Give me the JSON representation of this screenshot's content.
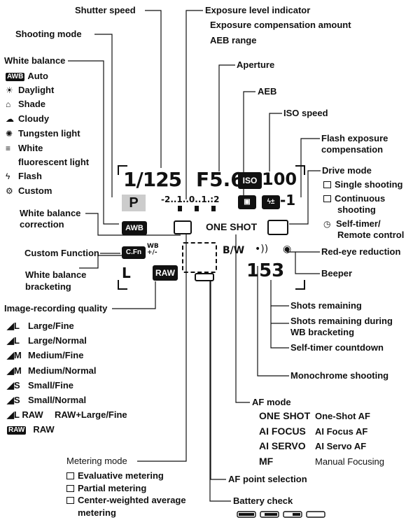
{
  "labels": {
    "shutter_speed": "Shutter speed",
    "exposure_level_indicator": "Exposure level indicator",
    "exposure_comp_amount": "Exposure compensation amount",
    "aeb_range": "AEB range",
    "shooting_mode": "Shooting mode",
    "white_balance": "White balance",
    "aperture": "Aperture",
    "aeb": "AEB",
    "iso_speed": "ISO speed",
    "flash_exposure_comp": "Flash exposure",
    "flash_exposure_comp_2": "compensation",
    "drive_mode": "Drive mode",
    "wb_correction": "White balance",
    "wb_correction_2": "correction",
    "custom_function": "Custom Function",
    "wb_bracketing": "White balance",
    "wb_bracketing_2": "bracketing",
    "red_eye": "Red-eye reduction",
    "beeper": "Beeper",
    "image_quality": "Image-recording quality",
    "shots_remaining": "Shots remaining",
    "shots_remaining_wb": "Shots remaining during",
    "shots_remaining_wb_2": "WB bracketing",
    "self_timer_countdown": "Self-timer countdown",
    "monochrome": "Monochrome shooting",
    "af_mode": "AF mode",
    "metering_mode": "Metering mode",
    "af_point": "AF point selection",
    "battery_check": "Battery check"
  },
  "white_balance_items": [
    {
      "icon": "AWB",
      "label": "Auto"
    },
    {
      "icon": "☀",
      "label": "Daylight"
    },
    {
      "icon": "⌂",
      "label": "Shade"
    },
    {
      "icon": "☁",
      "label": "Cloudy"
    },
    {
      "icon": "✺",
      "label": "Tungsten light"
    },
    {
      "icon": "≡",
      "label": "White"
    },
    {
      "icon": "",
      "label": "fluorescent light"
    },
    {
      "icon": "ϟ",
      "label": "Flash"
    },
    {
      "icon": "⚙",
      "label": "Custom"
    }
  ],
  "drive_items": [
    {
      "label": "Single shooting"
    },
    {
      "label": "Continuous"
    },
    {
      "label": "shooting"
    },
    {
      "label": "Self-timer/"
    },
    {
      "label": "Remote control"
    }
  ],
  "quality_items": [
    {
      "icon": "◢L",
      "label": "Large/Fine"
    },
    {
      "icon": "◢L",
      "label": "Large/Normal"
    },
    {
      "icon": "◢M",
      "label": "Medium/Fine"
    },
    {
      "icon": "◢M",
      "label": "Medium/Normal"
    },
    {
      "icon": "◢S",
      "label": "Small/Fine"
    },
    {
      "icon": "◢S",
      "label": "Small/Normal"
    },
    {
      "icon": "◢L RAW",
      "label": "RAW+Large/Fine"
    },
    {
      "icon": "RAW",
      "label": "RAW"
    }
  ],
  "af_modes": [
    {
      "code": "ONE SHOT",
      "desc": "One-Shot AF"
    },
    {
      "code": "AI FOCUS",
      "desc": "AI Focus AF"
    },
    {
      "code": "AI SERVO",
      "desc": "AI Servo AF"
    },
    {
      "code": "MF",
      "desc": "Manual Focusing"
    }
  ],
  "metering_items": [
    {
      "label": "Evaluative metering"
    },
    {
      "label": "Partial metering"
    },
    {
      "label": "Center-weighted average"
    },
    {
      "label": "metering"
    }
  ],
  "lcd": {
    "shutter": "1/125",
    "aperture": "F5.6",
    "iso_icon": "ISO",
    "iso_value": "100",
    "mode": "P",
    "scale": "-2..1..0..1.:2",
    "flash_comp": "-1",
    "awb": "AWB",
    "af_mode": "ONE SHOT",
    "cfn": "C.Fn",
    "wb_pm": "WB\n+/-",
    "bw": "B/W",
    "raw": "RAW",
    "quality_l": "L",
    "shots": "153"
  }
}
